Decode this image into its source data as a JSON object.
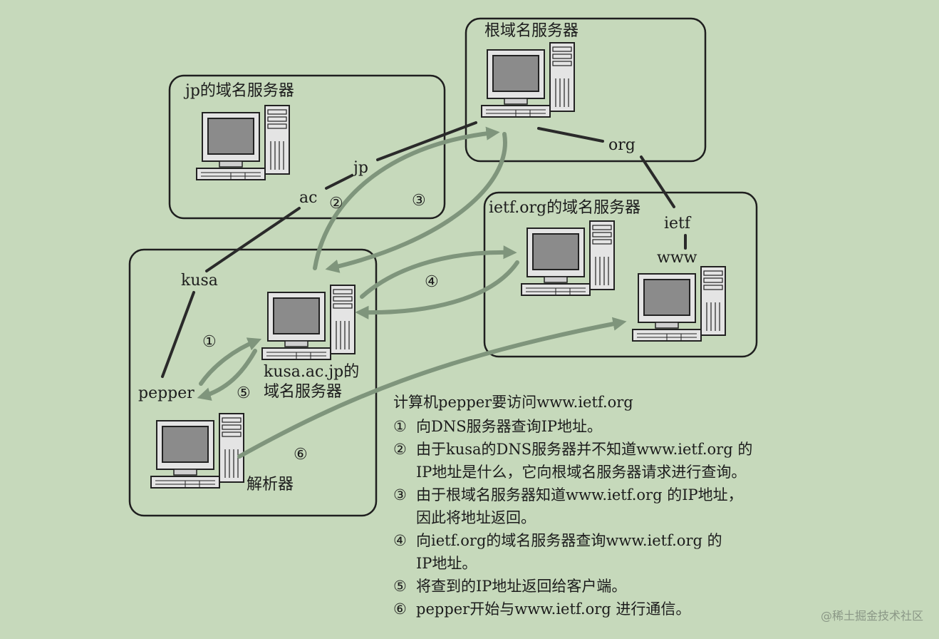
{
  "boxes": {
    "root": "根域名服务器",
    "jp": "jp的域名服务器",
    "ietf": "ietf.org的域名服务器",
    "kusa_line1": "kusa.ac.jp的",
    "kusa_line2": "域名服务器",
    "resolver": "解析器"
  },
  "tree_labels": {
    "jp": "jp",
    "ac": "ac",
    "org": "org",
    "ietf": "ietf",
    "www": "www",
    "kusa": "kusa",
    "pepper": "pepper"
  },
  "step_markers": [
    "①",
    "②",
    "③",
    "④",
    "⑤",
    "⑥"
  ],
  "notes": {
    "heading": "计算机pepper要访问www.ietf.org",
    "steps": [
      {
        "num": "①",
        "lines": [
          "向DNS服务器查询IP地址。"
        ]
      },
      {
        "num": "②",
        "lines": [
          "由于kusa的DNS服务器并不知道www.ietf.org 的",
          "IP地址是什么，它向根域名服务器请求进行查询。"
        ]
      },
      {
        "num": "③",
        "lines": [
          "由于根域名服务器知道www.ietf.org 的IP地址，",
          "因此将地址返回。"
        ]
      },
      {
        "num": "④",
        "lines": [
          "向ietf.org的域名服务器查询www.ietf.org 的",
          "IP地址。"
        ]
      },
      {
        "num": "⑤",
        "lines": [
          "将查到的IP地址返回给客户端。"
        ]
      },
      {
        "num": "⑥",
        "lines": [
          "pepper开始与www.ietf.org  进行通信。"
        ]
      }
    ]
  },
  "watermark": "@稀土掘金技术社区",
  "colors": {
    "background": "#c6d9bb",
    "arrow": "#7f957c",
    "line": "#2a2a2a"
  }
}
